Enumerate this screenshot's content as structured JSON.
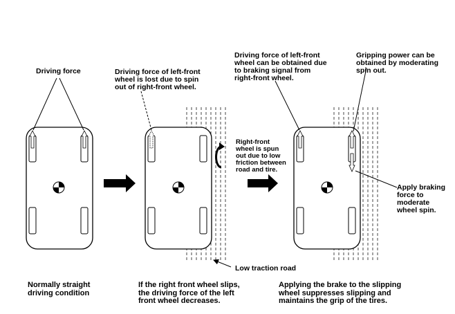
{
  "labels": {
    "driving_force": "Driving force",
    "lost_force": "Driving force of left-front\nwheel is lost due to spin\nout of right-front wheel.",
    "spun_out": "Right-front\nwheel is spun\nout due to low\nfriction between\nroad and tire.",
    "obtained_force": "Driving force of left-front\nwheel can be obtained due\nto braking signal from\nright-front wheel.",
    "gripping_power": "Gripping power can be\nobtained by moderating\nspin out.",
    "apply_braking": "Apply braking\nforce to\nmoderate\nwheel spin.",
    "low_traction": "Low traction road"
  },
  "captions": {
    "normal": "Normally straight\ndriving condition",
    "slip": "If the right front wheel slips,\nthe driving force of the left\nfront wheel decreases.",
    "brake": "Applying the brake to the slipping\nwheel suppresses slipping and\nmaintains the grip of the tires."
  },
  "icons": [
    "car-top-view",
    "forward-arrow-icon",
    "center-of-gravity-icon",
    "rotation-icon"
  ],
  "colors": {
    "line": "#000000",
    "road_lines": "#333333",
    "background": "#ffffff"
  }
}
